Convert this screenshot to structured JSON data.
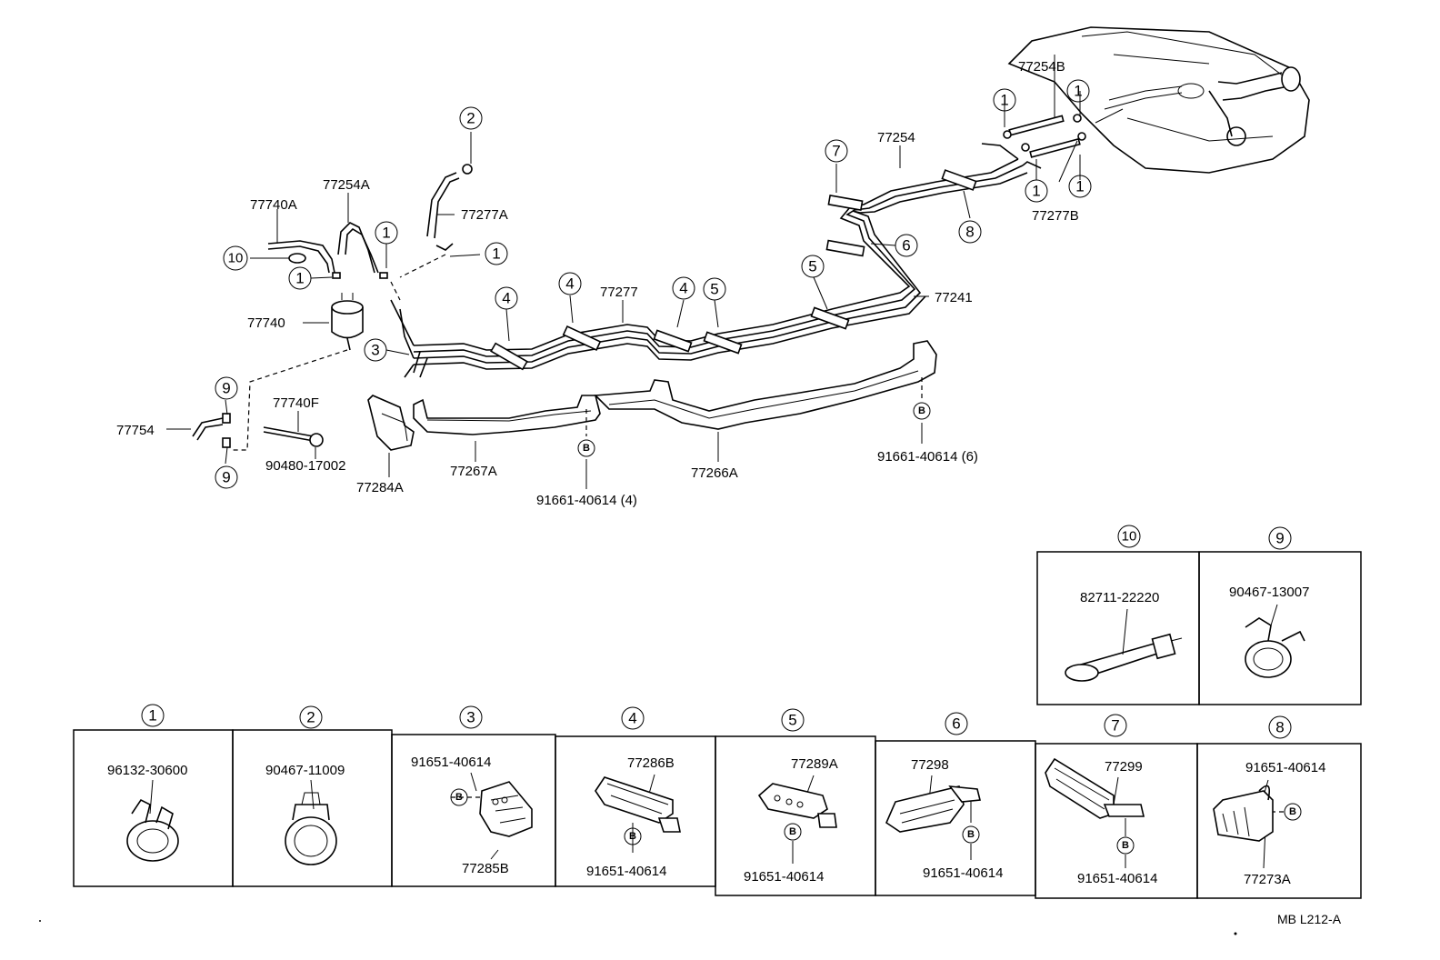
{
  "labels": {
    "p77254B": "77254B",
    "p77254": "77254",
    "p77277B": "77277B",
    "p77241": "77241",
    "p77277": "77277",
    "p77254A": "77254A",
    "p77740A": "77740A",
    "p77277A": "77277A",
    "p77740": "77740",
    "p77740F": "77740F",
    "p77754": "77754",
    "p90480": "90480-17002",
    "p77284A": "77284A",
    "p77267A": "77267A",
    "p91661_4": "91661-40614 (4)",
    "p77266A": "77266A",
    "p91661_6": "91661-40614 (6)",
    "ref": "MB L212-A"
  },
  "marks": {
    "n1": "1",
    "n2": "2",
    "n3": "3",
    "n4": "4",
    "n5": "5",
    "n6": "6",
    "n7": "7",
    "n8": "8",
    "n9": "9",
    "n10": "10",
    "b": "B"
  },
  "legend": [
    {
      "num": "1",
      "part": "96132-30600"
    },
    {
      "num": "2",
      "part": "90467-11009"
    },
    {
      "num": "3",
      "part": "91651-40614",
      "part2": "77285B"
    },
    {
      "num": "4",
      "part": "77286B",
      "part2": "91651-40614"
    },
    {
      "num": "5",
      "part": "77289A",
      "part2": "91651-40614"
    },
    {
      "num": "6",
      "part": "77298",
      "part2": "91651-40614"
    },
    {
      "num": "7",
      "part": "77299",
      "part2": "91651-40614"
    },
    {
      "num": "8",
      "part": "91651-40614",
      "part2": "77273A"
    },
    {
      "num": "10",
      "part": "82711-22220"
    },
    {
      "num": "9",
      "part": "90467-13007"
    }
  ]
}
